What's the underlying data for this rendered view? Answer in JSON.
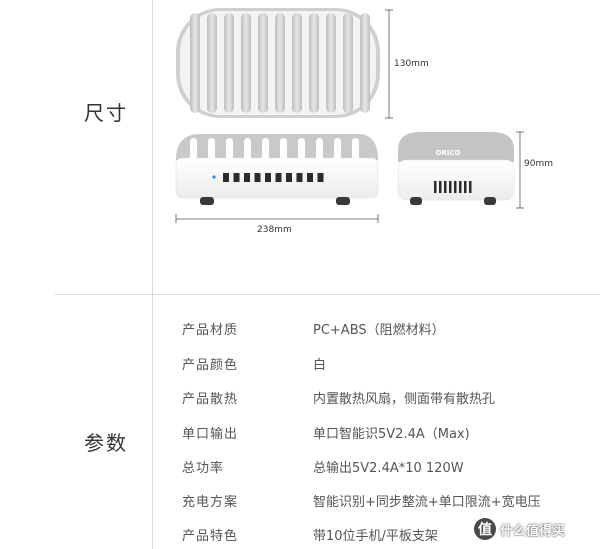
{
  "sections": {
    "size": "尺寸",
    "params": "参数"
  },
  "dimensions": {
    "depth": "130mm",
    "width": "238mm",
    "height": "90mm"
  },
  "brand_logo": "ORICO",
  "params": [
    {
      "name": "产品材质",
      "value": "PC+ABS（阻燃材料）"
    },
    {
      "name": "产品颜色",
      "value": "白"
    },
    {
      "name": "产品散热",
      "value": "内置散热风扇，侧面带有散热孔"
    },
    {
      "name": "单口输出",
      "value": "单口智能识5V2.4A（Max)"
    },
    {
      "name": "总功率",
      "value": "总输出5V2.4A*10  120W"
    },
    {
      "name": "充电方案",
      "value": "智能识别+同步整流+单口限流+宽电压"
    },
    {
      "name": "产品特色",
      "value": "带10位手机/平板支架"
    }
  ],
  "watermark": {
    "icon": "值",
    "text": "什么值得买"
  },
  "colors": {
    "device_gray": "#c8c8c8",
    "device_white": "#f8f8f8",
    "divider": "#d9d9d9",
    "led_blue": "#2e8fe6"
  }
}
